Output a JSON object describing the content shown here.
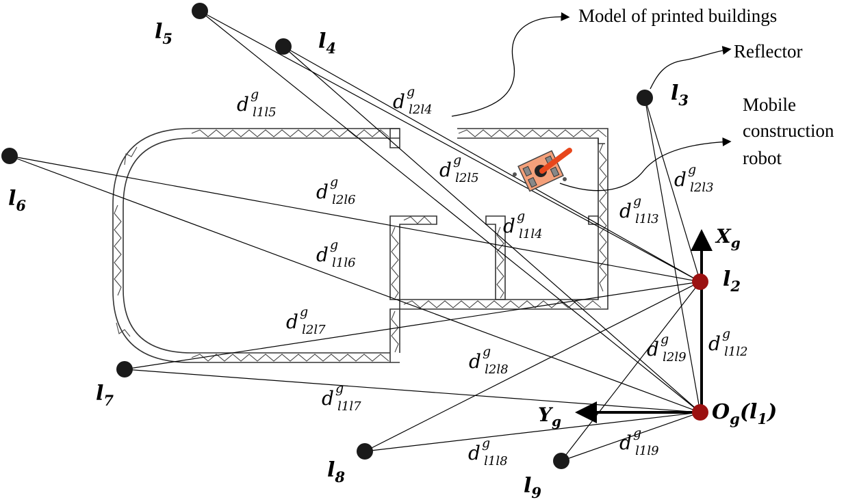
{
  "annotations": {
    "model": "Model of printed buildings",
    "reflector": "Reflector",
    "robot_line1": "Mobile",
    "robot_line2": "construction",
    "robot_line3": "robot"
  },
  "nodes": {
    "l1": {
      "main": "O",
      "main_sub": "g",
      "open": "(",
      "inner": "l",
      "inner_sub": "1",
      "close": ")"
    },
    "l2": {
      "main": "l",
      "sub": "2"
    },
    "l3": {
      "main": "l",
      "sub": "3"
    },
    "l4": {
      "main": "l",
      "sub": "4"
    },
    "l5": {
      "main": "l",
      "sub": "5"
    },
    "l6": {
      "main": "l",
      "sub": "6"
    },
    "l7": {
      "main": "l",
      "sub": "7"
    },
    "l8": {
      "main": "l",
      "sub": "8"
    },
    "l9": {
      "main": "l",
      "sub": "9"
    }
  },
  "axes": {
    "x": {
      "main": "X",
      "sub": "g"
    },
    "y": {
      "main": "Y",
      "sub": "g"
    }
  },
  "distances": {
    "l1l5": {
      "d": "d",
      "sup": "g",
      "sub": "l1l5"
    },
    "l2l4": {
      "d": "d",
      "sup": "g",
      "sub": "l2l4"
    },
    "l2l5": {
      "d": "d",
      "sup": "g",
      "sub": "l2l5"
    },
    "l2l3": {
      "d": "d",
      "sup": "g",
      "sub": "l2l3"
    },
    "l1l3": {
      "d": "d",
      "sup": "g",
      "sub": "l1l3"
    },
    "l2l6": {
      "d": "d",
      "sup": "g",
      "sub": "l2l6"
    },
    "l1l4": {
      "d": "d",
      "sup": "g",
      "sub": "l1l4"
    },
    "l1l6": {
      "d": "d",
      "sup": "g",
      "sub": "l1l6"
    },
    "l2l7": {
      "d": "d",
      "sup": "g",
      "sub": "l2l7"
    },
    "l2l8": {
      "d": "d",
      "sup": "g",
      "sub": "l2l8"
    },
    "l2l9": {
      "d": "d",
      "sup": "g",
      "sub": "l2l9"
    },
    "l1l2": {
      "d": "d",
      "sup": "g",
      "sub": "l1l2"
    },
    "l1l7": {
      "d": "d",
      "sup": "g",
      "sub": "l1l7"
    },
    "l1l8": {
      "d": "d",
      "sup": "g",
      "sub": "l1l8"
    },
    "l1l9": {
      "d": "d",
      "sup": "g",
      "sub": "l1l9"
    }
  },
  "colors": {
    "reflector": "#1a1a1a",
    "origin": "#9b1111",
    "robot_body": "#f4a07a",
    "robot_arm": "#e8471c",
    "lines": "#000000"
  }
}
